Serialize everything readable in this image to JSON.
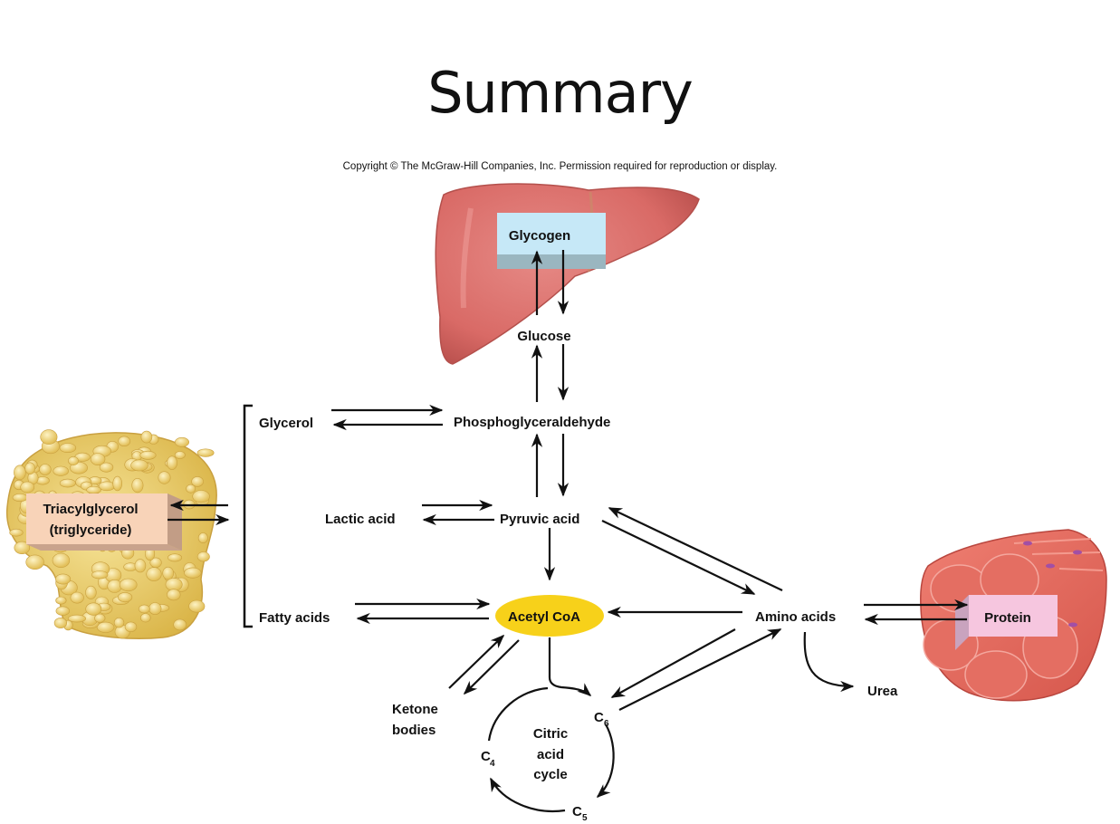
{
  "title": "Summary",
  "copyright": "Copyright © The McGraw-Hill Companies, Inc. Permission required for reproduction or display.",
  "organs": {
    "liver": {
      "name": "liver-illustration",
      "color": "#d96a66"
    },
    "adipose": {
      "name": "adipose-tissue-illustration",
      "color": "#eed26a"
    },
    "muscle": {
      "name": "muscle-illustration",
      "color": "#e4675c"
    }
  },
  "boxes": {
    "glycogen": {
      "label": "Glycogen",
      "color": "#c6e8f7"
    },
    "triacylglycerol": {
      "line1": "Triacylglycerol",
      "line2": "(triglyceride)",
      "color": "#f8d3b8"
    },
    "protein": {
      "label": "Protein",
      "color": "#f6c6df"
    },
    "acetyl_coa": {
      "label": "Acetyl CoA",
      "color": "#f7d11a"
    }
  },
  "nodes": {
    "glucose": "Glucose",
    "glycerol": "Glycerol",
    "phosphoglyceraldehyde": "Phosphoglyceraldehyde",
    "lactic_acid": "Lactic acid",
    "pyruvic_acid": "Pyruvic acid",
    "fatty_acids": "Fatty acids",
    "amino_acids": "Amino acids",
    "urea": "Urea",
    "ketone_line1": "Ketone",
    "ketone_line2": "bodies",
    "cycle_line1": "Citric",
    "cycle_line2": "acid",
    "cycle_line3": "cycle",
    "c_label": "C",
    "c6_sub": "6",
    "c5_sub": "5",
    "c4_sub": "4"
  }
}
